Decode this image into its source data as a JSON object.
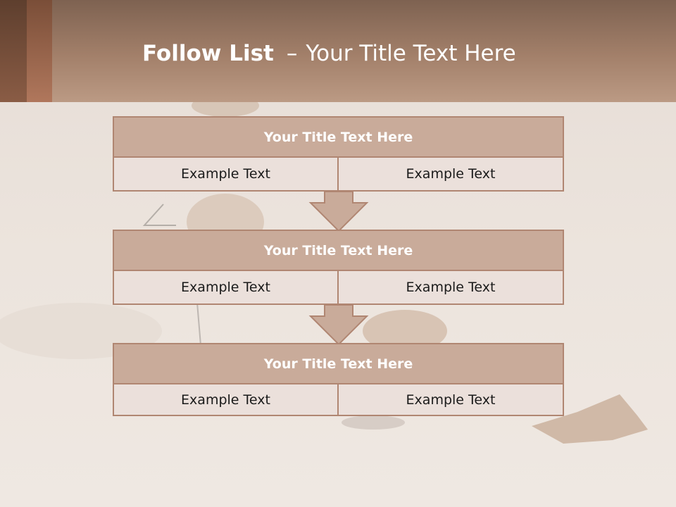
{
  "header": {
    "title_bold": "Follow List",
    "title_sep": "–",
    "title_rest": "Your Title Text Here"
  },
  "blocks": [
    {
      "title": "Your Title Text Here",
      "left": "Example Text",
      "right": "Example Text"
    },
    {
      "title": "Your Title Text Here",
      "left": "Example Text",
      "right": "Example Text"
    },
    {
      "title": "Your Title Text Here",
      "left": "Example Text",
      "right": "Example Text"
    }
  ],
  "colors": {
    "header": "#a3806a",
    "title_fill": "#c9ab9a",
    "border": "#b08672",
    "cell_fill": "#ebe0db",
    "arrow_fill": "#c9ab9a"
  }
}
